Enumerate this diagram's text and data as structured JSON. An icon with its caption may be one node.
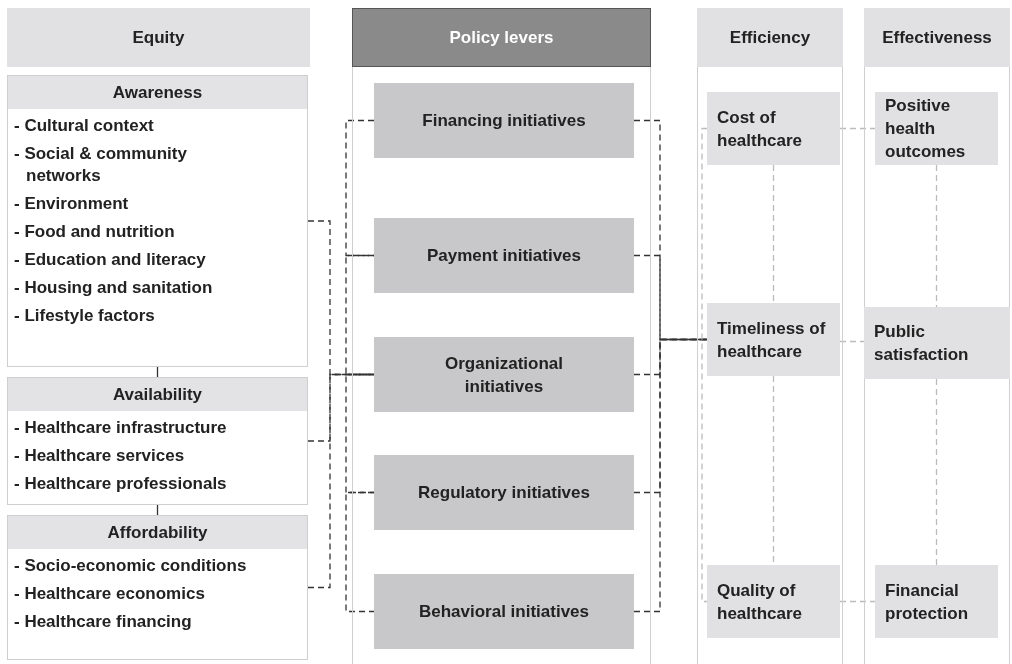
{
  "diagram": {
    "nodes": [
      {
        "text": [
          "Equity"
        ]
      },
      {
        "text": [
          "Awareness",
          "- Cultural context",
          "- Social & community networks",
          "- Environment",
          "- Food and nutrition",
          "- Education and literacy",
          "- Housing and sanitation",
          "- Lifestyle factors"
        ]
      },
      {
        "text": [
          "Availability",
          "- Healthcare infrastructure",
          "- Healthcare services",
          "- Healthcare professionals"
        ]
      },
      {
        "text": [
          "Affordability",
          "- Socio-economic conditions",
          "- Healthcare economics",
          "- Healthcare financing"
        ]
      },
      {
        "text": [
          "Policy levers"
        ]
      },
      {
        "text": [
          "Financing initiatives"
        ],
        "in": 4
      },
      {
        "text": [
          "Payment initiatives"
        ],
        "in": 4
      },
      {
        "text": [
          "Organizational initiatives"
        ],
        "in": 4
      },
      {
        "text": [
          "Regulatory initiatives"
        ],
        "in": 4
      },
      {
        "text": [
          "Behavioral initiatives"
        ],
        "in": 4
      },
      {
        "text": [
          "Efficiency"
        ]
      },
      {
        "text": [
          "Cost of healthcare"
        ],
        "in": 10
      },
      {
        "text": [
          "Timeliness of healthcare"
        ],
        "in": 10
      },
      {
        "text": [
          "Quality of healthcare"
        ],
        "in": 10
      },
      {
        "text": [
          "Effectiveness"
        ]
      },
      {
        "text": [
          "Positive health outcomes"
        ],
        "in": 14
      },
      {
        "text": [
          "Public satisfaction"
        ],
        "in": 14
      },
      {
        "text": [
          "Financial protection"
        ],
        "in": 14
      }
    ],
    "edges": [
      {
        "from": 1,
        "to": 2,
        "arrow": "none"
      },
      {
        "from": 2,
        "to": 3,
        "arrow": "none"
      },
      {
        "from": 1,
        "to": 7,
        "arrow": "none",
        "style": "dashed"
      },
      {
        "from": 2,
        "to": 7,
        "arrow": "none",
        "style": "dashed"
      },
      {
        "from": 3,
        "to": 7,
        "arrow": "none",
        "style": "dashed"
      },
      {
        "from": 5,
        "to": 6,
        "arrow": "none",
        "style": "dashed"
      },
      {
        "from": 6,
        "to": 7,
        "arrow": "none",
        "style": "dashed"
      },
      {
        "from": 7,
        "to": 8,
        "arrow": "none",
        "style": "dashed"
      },
      {
        "from": 8,
        "to": 9,
        "arrow": "none",
        "style": "dashed"
      },
      {
        "from": 5,
        "to": 12,
        "arrow": "none",
        "style": "dashed"
      },
      {
        "from": 6,
        "to": 12,
        "arrow": "none",
        "style": "dashed"
      },
      {
        "from": 7,
        "to": 12,
        "arrow": "none",
        "style": "dashed"
      },
      {
        "from": 8,
        "to": 12,
        "arrow": "none",
        "style": "dashed"
      },
      {
        "from": 9,
        "to": 12,
        "arrow": "none",
        "style": "dashed"
      },
      {
        "from": 11,
        "to": 12,
        "arrow": "none",
        "style": "dashed",
        "color": "#bbbbbb"
      },
      {
        "from": 12,
        "to": 13,
        "arrow": "none",
        "style": "dashed",
        "color": "#bbbbbb"
      },
      {
        "from": 11,
        "to": 13,
        "arrow": "none",
        "style": "dashed",
        "color": "#bbbbbb"
      },
      {
        "from": 11,
        "to": 15,
        "arrow": "none",
        "style": "dashed",
        "color": "#bbbbbb"
      },
      {
        "from": 12,
        "to": 16,
        "arrow": "none",
        "style": "dashed",
        "color": "#bbbbbb"
      },
      {
        "from": 13,
        "to": 17,
        "arrow": "none",
        "style": "dashed",
        "color": "#bbbbbb"
      },
      {
        "from": 15,
        "to": 16,
        "arrow": "none",
        "style": "dashed",
        "color": "#bbbbbb"
      },
      {
        "from": 16,
        "to": 17,
        "arrow": "none",
        "style": "dashed",
        "color": "#bbbbbb"
      }
    ]
  }
}
